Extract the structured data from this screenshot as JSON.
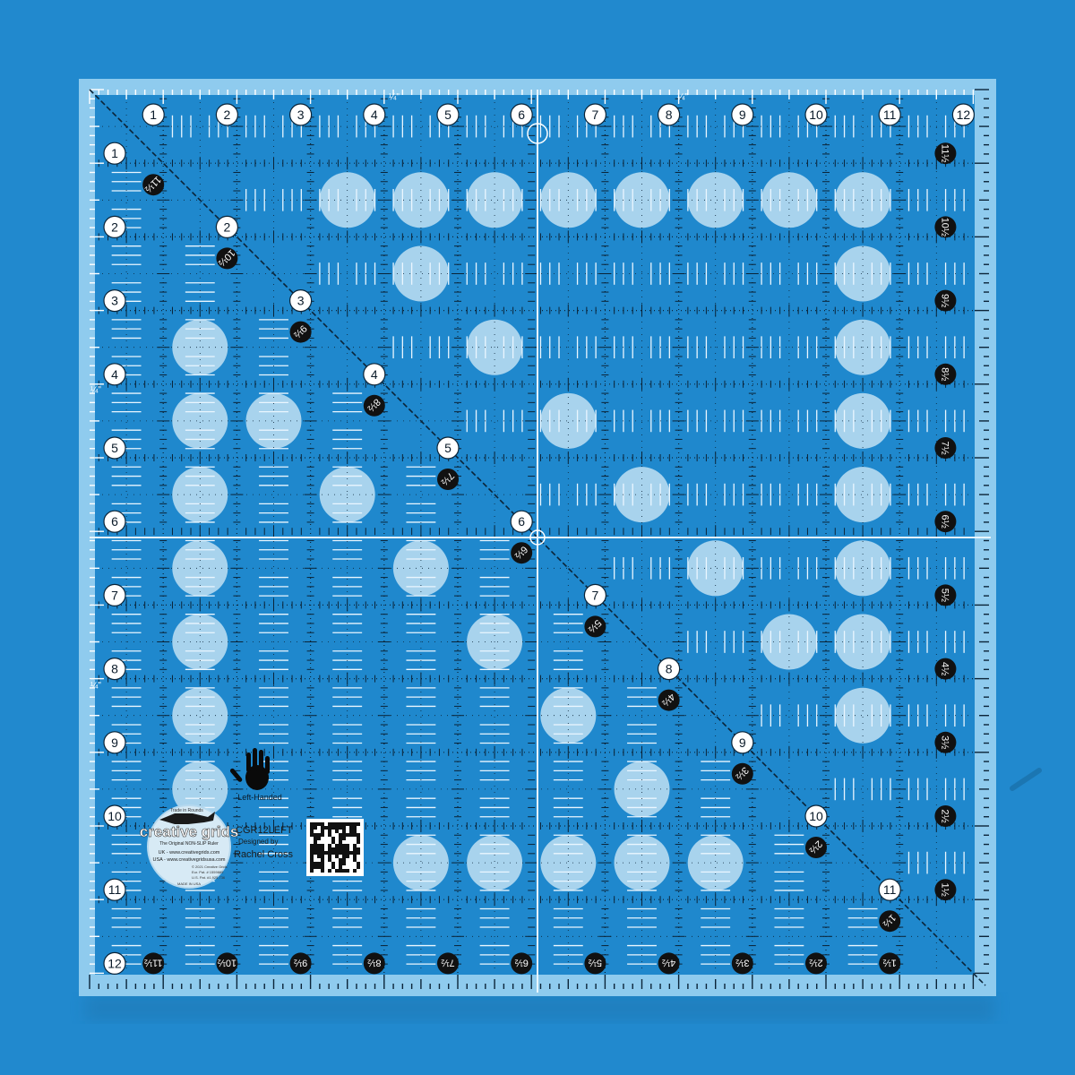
{
  "product": {
    "top_numbers": [
      "1",
      "2",
      "3",
      "4",
      "5",
      "6",
      "7",
      "8",
      "9",
      "10",
      "11",
      "12"
    ],
    "side_numbers": [
      "1",
      "2",
      "3",
      "4",
      "5",
      "6",
      "7",
      "8",
      "9",
      "10",
      "11",
      "12"
    ],
    "diagonal_numbers": [
      "2",
      "3",
      "4",
      "5",
      "6",
      "7",
      "8",
      "9",
      "10",
      "11"
    ],
    "half_labels": [
      "11½",
      "10½",
      "9½",
      "8½",
      "7½",
      "6½",
      "5½",
      "4½",
      "3½",
      "2½",
      "1½"
    ],
    "quarter_mark": "¼\"",
    "hand_label": "Left-Handed",
    "model_code": "CGR12LEFT",
    "designed_by": "Designed by",
    "designer": "Rachel Cross"
  },
  "logo": {
    "text_top": "Trade in Rounds",
    "brand": "creative grids",
    "tagline": "The Original NON-SLIP Ruler",
    "uk_line": "UK - www.creativegrids.com",
    "usa_line": "USA - www.creativegridsusa.com",
    "copyright": "© 2021 Creative Grids",
    "patent_1": "Eur. Pat. # 1559889",
    "patent_2": "U.S. Pat. #1,925,736",
    "made_in": "MADE IN USA"
  },
  "colors": {
    "background": "#2189ce",
    "ruler_face": "#1e87cc",
    "ruler_border": "#9dd3f2",
    "dot_fill": "#cfe8f6"
  }
}
